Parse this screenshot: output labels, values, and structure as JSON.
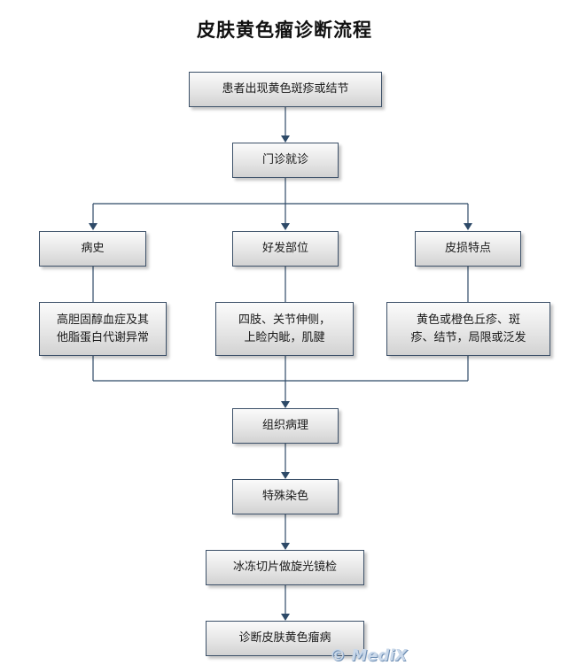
{
  "title": "皮肤黄色瘤诊断流程",
  "nodes": {
    "symptom": "患者出现黄色斑疹或结节",
    "outpatient": "门诊就诊",
    "history": "病史",
    "site": "好发部位",
    "lesion": "皮损特点",
    "history_detail": [
      "高胆固醇血症及其",
      "他脂蛋白代谢异常"
    ],
    "site_detail": [
      "四肢、关节伸侧，",
      "上睑内眦，肌腱"
    ],
    "lesion_detail": [
      "黄色或橙色丘疹、斑",
      "疹、结节，局限或泛发"
    ],
    "pathology": "组织病理",
    "stain": "特殊染色",
    "frozen": "冰冻切片做旋光镜检",
    "diagnosis": "诊断皮肤黄色瘤病"
  },
  "watermark": "© MediX"
}
